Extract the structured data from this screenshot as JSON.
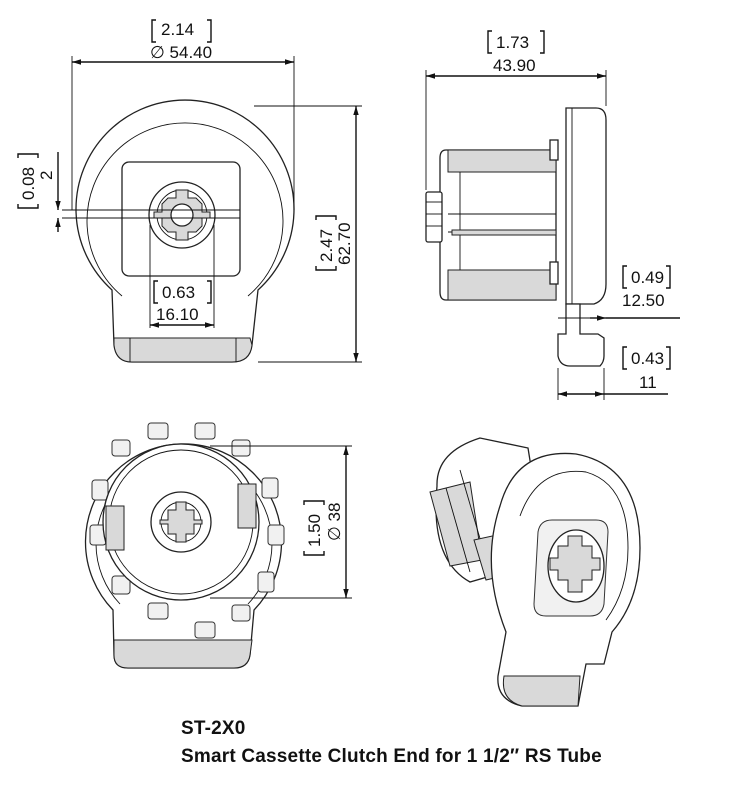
{
  "title": {
    "part_number": "ST-2X0",
    "description": "Smart Cassette Clutch End for 1 1/2″ RS Tube"
  },
  "front_view": {
    "width": {
      "inch": "2.14",
      "mm": "∅ 54.40"
    },
    "height": {
      "inch": "2.47",
      "mm": "62.70"
    },
    "offset": {
      "inch": "0.08",
      "mm": "2"
    },
    "bore": {
      "inch": "0.63",
      "mm": "16.10"
    }
  },
  "side_view": {
    "length": {
      "inch": "1.73",
      "mm": "43.90"
    },
    "flange": {
      "inch": "0.49",
      "mm": "12.50"
    },
    "tab": {
      "inch": "0.43",
      "mm": "11"
    }
  },
  "rear_view": {
    "diameter": {
      "inch": "1.50",
      "mm": "∅ 38"
    }
  }
}
